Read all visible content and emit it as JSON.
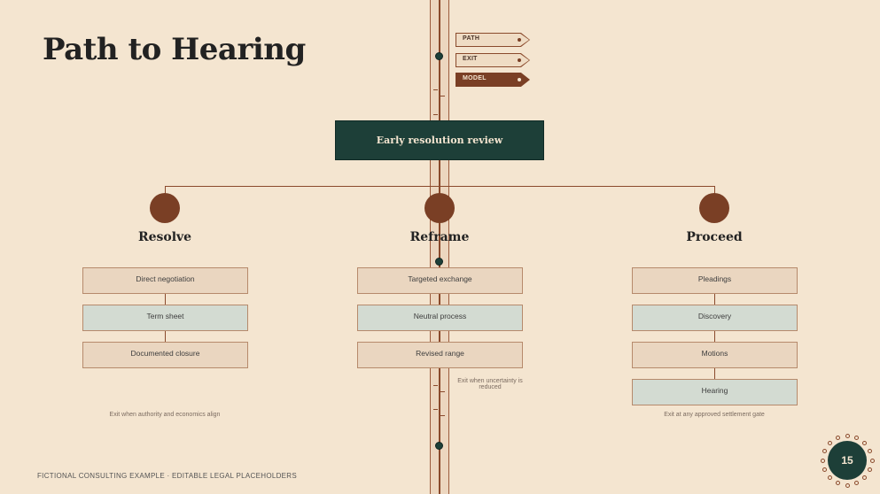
{
  "title": "Path to Hearing",
  "tags": [
    {
      "label": "PATH",
      "style": "outline"
    },
    {
      "label": "EXIT",
      "style": "outline"
    },
    {
      "label": "MODEL",
      "style": "filled"
    }
  ],
  "root": {
    "label": "Early resolution review"
  },
  "columns": [
    {
      "title": "Resolve",
      "items": [
        {
          "label": "Direct negotiation",
          "color": "tan"
        },
        {
          "label": "Term sheet",
          "color": "sage"
        },
        {
          "label": "Documented closure",
          "color": "tan"
        }
      ],
      "note": "Exit when authority and economics align"
    },
    {
      "title": "Reframe",
      "items": [
        {
          "label": "Targeted exchange",
          "color": "tan"
        },
        {
          "label": "Neutral process",
          "color": "sage"
        },
        {
          "label": "Revised range",
          "color": "tan"
        }
      ],
      "note": "Exit when uncertainty is reduced"
    },
    {
      "title": "Proceed",
      "items": [
        {
          "label": "Pleadings",
          "color": "tan"
        },
        {
          "label": "Discovery",
          "color": "sage"
        },
        {
          "label": "Motions",
          "color": "tan"
        },
        {
          "label": "Hearing",
          "color": "sage"
        }
      ],
      "note": "Exit at any approved settlement gate"
    }
  ],
  "footer": "FICTIONAL CONSULTING EXAMPLE · EDITABLE LEGAL PLACEHOLDERS",
  "page_number": "15",
  "colors": {
    "background": "#f4e5d0",
    "accent_green": "#1d3f38",
    "accent_brown": "#7a3f25",
    "box_tan": "#ead6c0",
    "box_sage": "#d3dbd2"
  }
}
